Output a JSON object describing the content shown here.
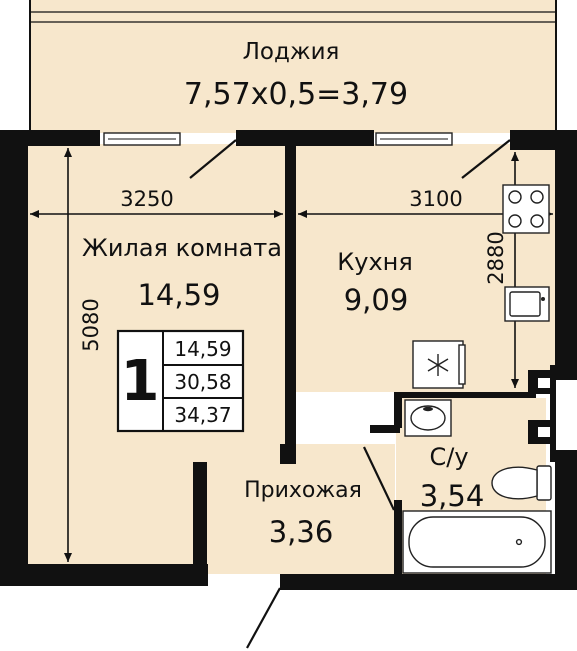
{
  "colors": {
    "floor": "#f7e7cc",
    "wall": "#111111",
    "line": "#222222",
    "background": "#ffffff"
  },
  "rooms": {
    "loggia": {
      "name": "Лоджия",
      "formula": "7,57x0,5=3,79"
    },
    "living": {
      "name": "Жилая комната",
      "area": "14,59"
    },
    "kitchen": {
      "name": "Кухня",
      "area": "9,09"
    },
    "hallway": {
      "name": "Прихожая",
      "area": "3,36"
    },
    "bathroom": {
      "name": "С/у",
      "area": "3,54"
    }
  },
  "dimensions": {
    "living_width": "3250",
    "kitchen_width": "3100",
    "living_height": "5080",
    "kitchen_height": "2880"
  },
  "summary": {
    "rooms_count": "1",
    "living_area": "14,59",
    "total_area": "30,58",
    "total_with_loggia": "34,37"
  },
  "icons": [
    "stove-icon",
    "kitchen-sink-icon",
    "fridge-icon",
    "washbasin-icon",
    "toilet-icon",
    "bathtub-icon",
    "window-icon",
    "door-icon"
  ]
}
